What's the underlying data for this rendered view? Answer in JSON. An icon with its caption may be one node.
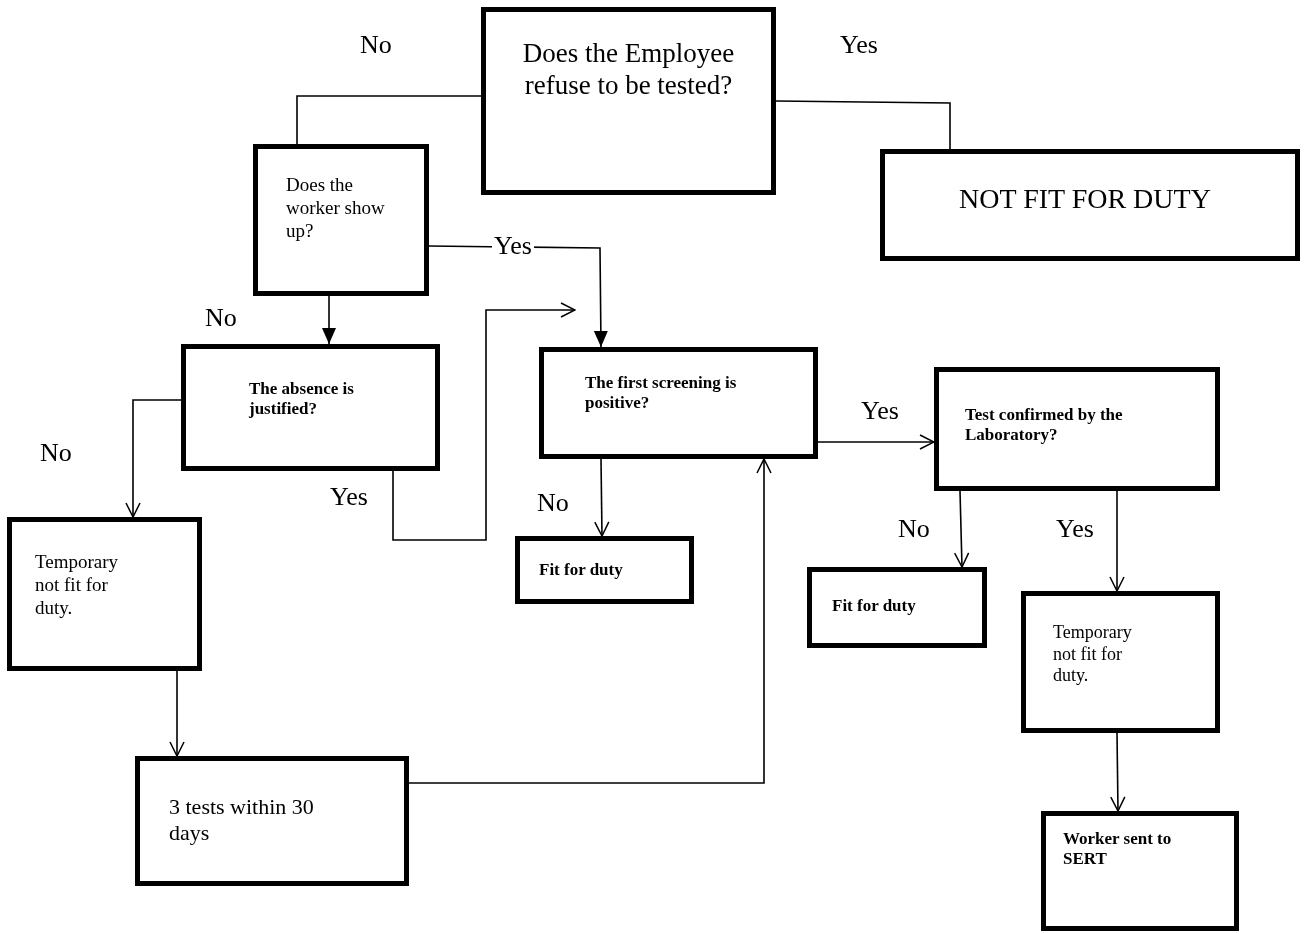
{
  "diagram": {
    "nodes": [
      {
        "text": [
          "Does the Employee refuse to be tested?"
        ]
      },
      {
        "text": [
          "NOT FIT FOR DUTY"
        ]
      },
      {
        "text": [
          "Does the worker show up?"
        ]
      },
      {
        "text": [
          "The absence is justified?"
        ]
      },
      {
        "text": [
          "The first screening is positive?"
        ]
      },
      {
        "text": [
          "Test confirmed by the Laboratory?"
        ]
      },
      {
        "text": [
          "Temporary not fit for duty."
        ]
      },
      {
        "text": [
          "Fit for duty"
        ]
      },
      {
        "text": [
          "Fit for duty"
        ]
      },
      {
        "text": [
          "Temporary not fit for duty."
        ]
      },
      {
        "text": [
          "3 tests within 30 days"
        ]
      },
      {
        "text": [
          "Worker sent to SERT"
        ]
      }
    ],
    "edges": [
      {
        "from": 0,
        "to": 2,
        "arrow": "none",
        "label": "No"
      },
      {
        "from": 0,
        "to": 1,
        "arrow": "none",
        "label": "Yes"
      },
      {
        "from": 2,
        "to": 4,
        "arrow": "to",
        "label": "Yes"
      },
      {
        "from": 2,
        "to": 3,
        "arrow": "to",
        "label": "No"
      },
      {
        "from": 3,
        "to": 6,
        "arrow": "to",
        "label": "No"
      },
      {
        "from": 3,
        "to": 4,
        "arrow": "to",
        "label": "Yes"
      },
      {
        "from": 4,
        "to": 5,
        "arrow": "to",
        "label": "Yes"
      },
      {
        "from": 4,
        "to": 7,
        "arrow": "to",
        "label": "No"
      },
      {
        "from": 5,
        "to": 8,
        "arrow": "to",
        "label": "No"
      },
      {
        "from": 5,
        "to": 9,
        "arrow": "to",
        "label": "Yes"
      },
      {
        "from": 6,
        "to": 10,
        "arrow": "to"
      },
      {
        "from": 10,
        "to": 4,
        "arrow": "to"
      },
      {
        "from": 9,
        "to": 11,
        "arrow": "to"
      }
    ]
  }
}
